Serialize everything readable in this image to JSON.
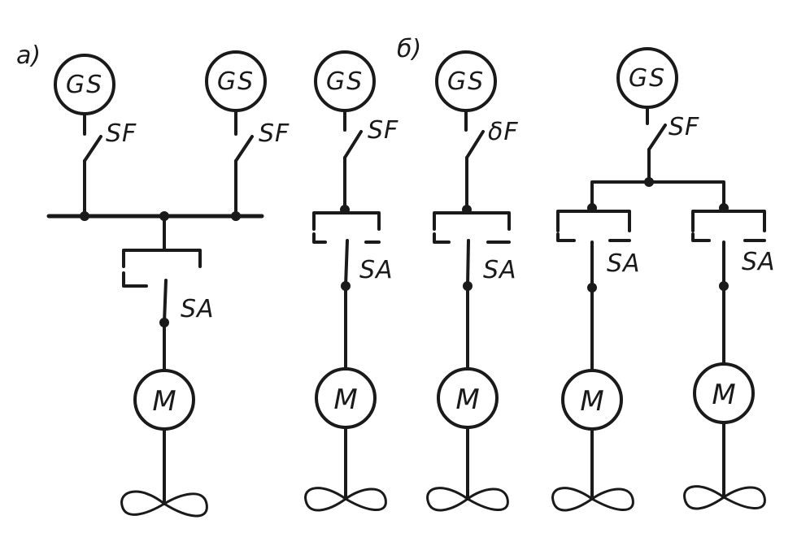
{
  "section_labels": {
    "a": "a)",
    "b": "б)"
  },
  "generator_label": "GS",
  "breaker_label": "SF",
  "breaker_label_alt": "δF",
  "switch_label": "SA",
  "motor_label": "M"
}
